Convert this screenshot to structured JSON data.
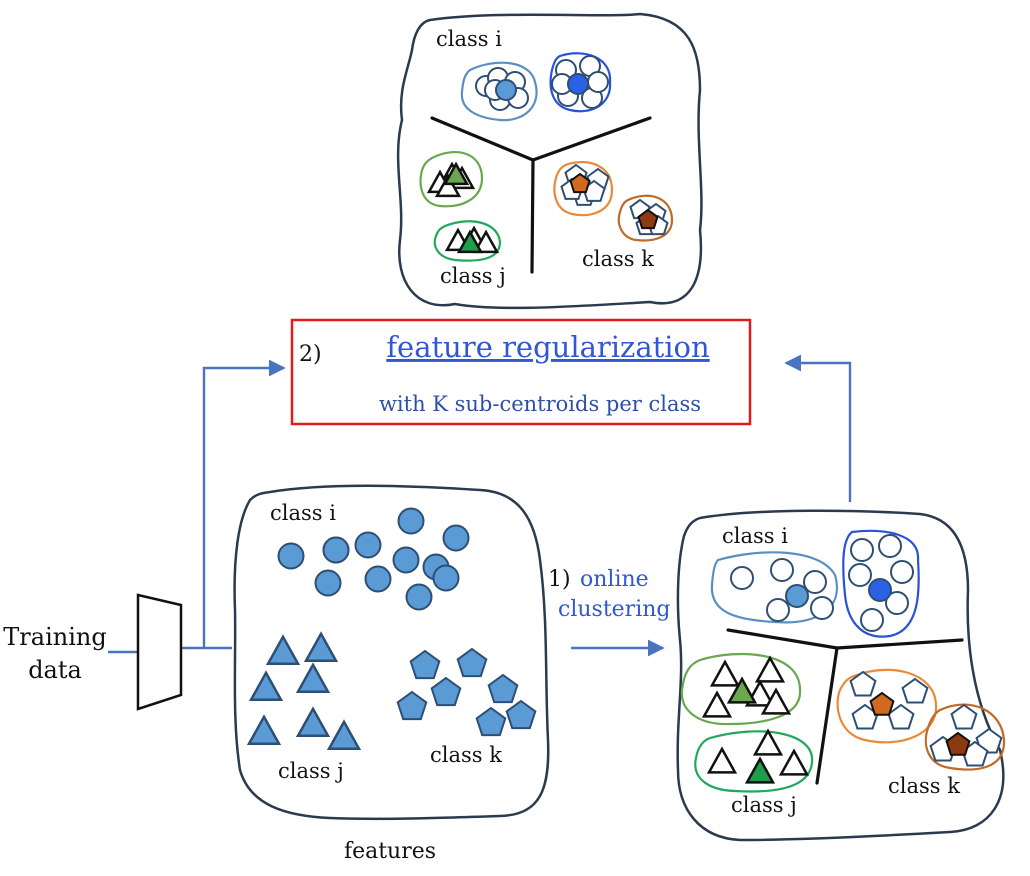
{
  "input": {
    "label_line1": "Training",
    "label_line2": "data"
  },
  "features_caption": "features",
  "step1": {
    "number": "1)",
    "line1": "online",
    "line2": "clustering"
  },
  "step2": {
    "number": "2)",
    "title": "feature regularization",
    "subtitle": "with K sub-centroids per class"
  },
  "classes": {
    "i": "class i",
    "j": "class j",
    "k": "class k"
  },
  "colors": {
    "blue_fill": "#5b9bd5",
    "blue_edge": "#2e4f73",
    "centroid_blue": "#2a62e6",
    "green_fill": "#6aa84f",
    "green_dark": "#1f9f4a",
    "orange_fill": "#d2691e",
    "brown_fill": "#8b3a12",
    "link_blue": "#2f57d6",
    "box_red": "#e01b1b",
    "arrow_blue": "#4a74c0"
  }
}
